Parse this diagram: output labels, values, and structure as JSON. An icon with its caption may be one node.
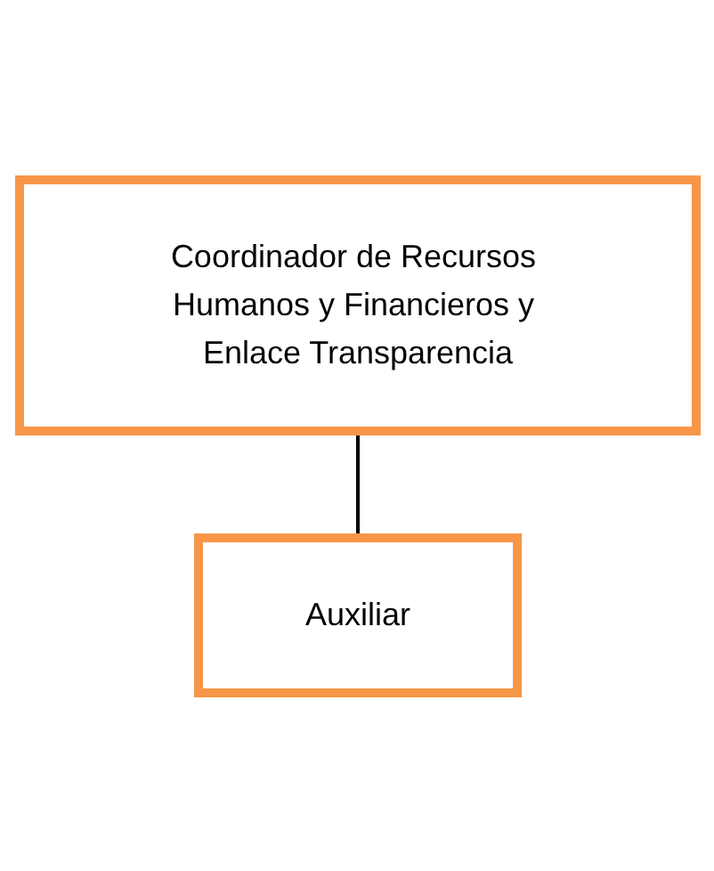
{
  "diagram": {
    "nodes": [
      {
        "text": [
          "Coordinador de Recursos Humanos y Financieros y Enlace Transparencia"
        ]
      },
      {
        "text": [
          "Auxiliar"
        ]
      }
    ],
    "edges": [
      {
        "from": 0,
        "to": 1,
        "arrow": "none"
      }
    ]
  }
}
